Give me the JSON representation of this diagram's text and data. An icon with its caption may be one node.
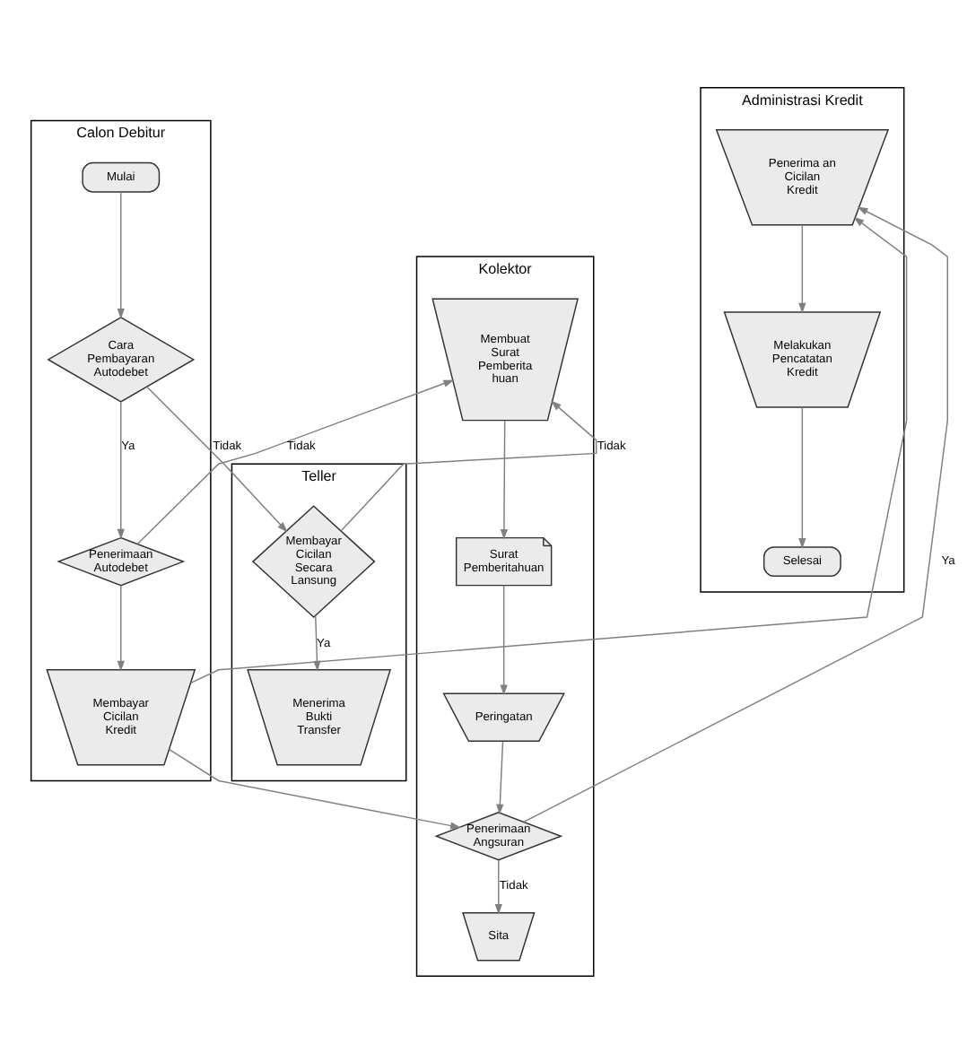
{
  "diagram": {
    "nodes": [
      {
        "text": [
          "Calon Debitur"
        ]
      },
      {
        "text": [
          "Teller"
        ]
      },
      {
        "text": [
          "Kolektor"
        ]
      },
      {
        "text": [
          "Administrasi Kredit"
        ]
      },
      {
        "text": [
          "Mulai"
        ],
        "in": 0
      },
      {
        "text": [
          "Cara Pembayaran Autodebet"
        ],
        "in": 0
      },
      {
        "text": [
          "Membayar Cicilan Secara Lansung"
        ],
        "in": 1
      },
      {
        "text": [
          "Membuat Surat Pemberita huan"
        ],
        "in": 2
      },
      {
        "text": [
          "Penerima an Cicilan Kredit"
        ],
        "in": 3
      },
      {
        "text": [
          "Penerimaan Autodebet"
        ],
        "in": 0
      },
      {
        "text": [
          "Surat Pemberitahuan"
        ],
        "in": 2
      },
      {
        "text": [
          "Menerima Bukti Transfer"
        ],
        "in": 1
      },
      {
        "text": [
          "Melakukan Pencatatan Kredit"
        ],
        "in": 3
      },
      {
        "text": [
          "Peringatan"
        ],
        "in": 2
      },
      {
        "text": [
          "Membayar Cicilan Kredit"
        ],
        "in": 0
      },
      {
        "text": [
          "Selesai"
        ],
        "in": 3
      },
      {
        "text": [
          "Penerimaan Angsuran"
        ],
        "in": 2
      },
      {
        "text": [
          "Sita"
        ],
        "in": 2
      }
    ],
    "edges": [
      {
        "from": 4,
        "to": 5,
        "arrow": "to"
      },
      {
        "from": 5,
        "to": 6,
        "arrow": "to",
        "label": "Tidak"
      },
      {
        "from": 5,
        "to": 9,
        "arrow": "to",
        "label": "Ya"
      },
      {
        "from": 6,
        "to": 7,
        "arrow": "to",
        "label": "Tidak"
      },
      {
        "from": 6,
        "to": 11,
        "arrow": "to",
        "label": "Ya"
      },
      {
        "from": 9,
        "to": 7,
        "arrow": "to",
        "label": "Tidak"
      },
      {
        "from": 9,
        "to": 14,
        "arrow": "to"
      },
      {
        "from": 7,
        "to": 10,
        "arrow": "to"
      },
      {
        "from": 10,
        "to": 13,
        "arrow": "to"
      },
      {
        "from": 13,
        "to": 16,
        "arrow": "to"
      },
      {
        "from": 16,
        "to": 8,
        "arrow": "to",
        "label": "Ya"
      },
      {
        "from": 16,
        "to": 17,
        "arrow": "to",
        "label": "Tidak"
      },
      {
        "from": 14,
        "to": 16,
        "arrow": "to"
      },
      {
        "from": 14,
        "to": 8,
        "arrow": "to"
      },
      {
        "from": 8,
        "to": 12,
        "arrow": "to"
      },
      {
        "from": 12,
        "to": 15,
        "arrow": "to"
      }
    ]
  }
}
